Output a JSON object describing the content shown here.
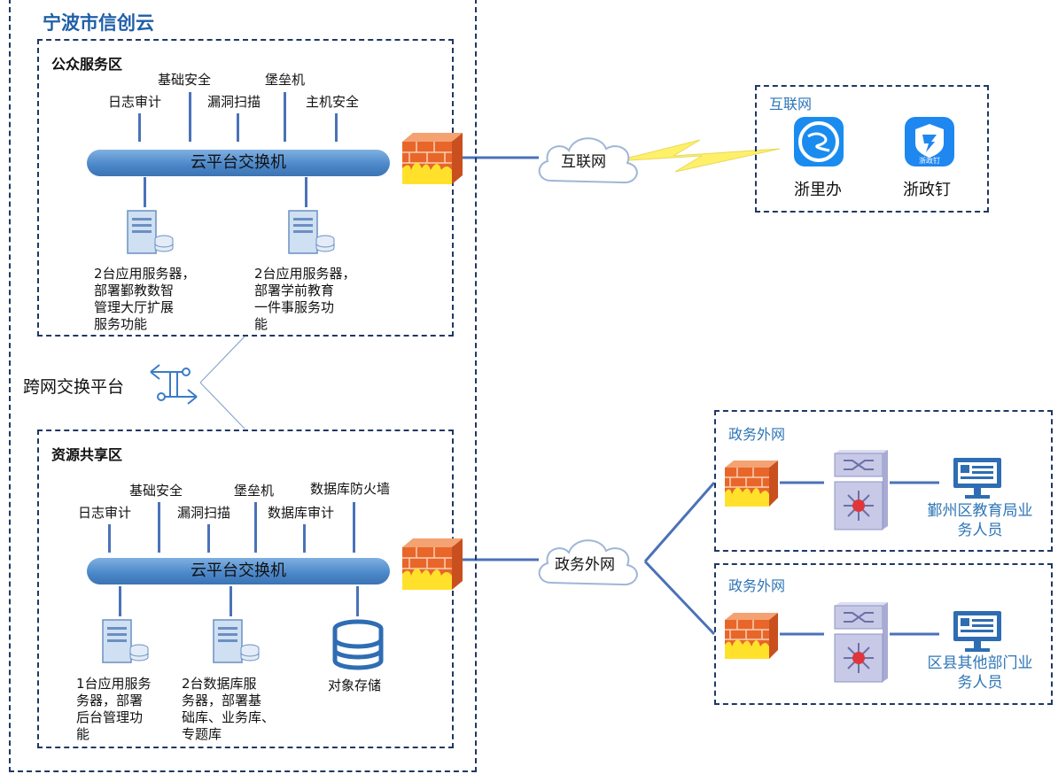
{
  "title": "宁波市信创云",
  "public_zone": {
    "title": "公众服务区",
    "services": [
      "日志审计",
      "基础安全",
      "漏洞扫描",
      "堡垒机",
      "主机安全"
    ],
    "switch_label": "云平台交换机",
    "server1_desc": [
      "2台应用服务器，",
      "部署鄞教数智",
      "管理大厅扩展",
      "服务功能"
    ],
    "server2_desc": [
      "2台应用服务器，",
      "部署学前教育",
      "一件事服务功",
      "能"
    ]
  },
  "exchange_platform": {
    "label": "跨网交换平台"
  },
  "resource_zone": {
    "title": "资源共享区",
    "services": [
      "日志审计",
      "基础安全",
      "漏洞扫描",
      "堡垒机",
      "数据库审计",
      "数据库防火墙"
    ],
    "switch_label": "云平台交换机",
    "server1_desc": [
      "1台应用服务",
      "务器，部署",
      "后台管理功",
      "能"
    ],
    "server2_desc": [
      "2台数据库服",
      "务器，部署基",
      "础库、业务库、",
      "专题库"
    ],
    "storage_label": "对象存储"
  },
  "internet": {
    "cloud_label": "互联网",
    "box_title": "互联网",
    "apps": [
      {
        "name": "浙里办",
        "icon": "zheliban-app-icon",
        "color": "#1a8cf0"
      },
      {
        "name": "浙政钉",
        "icon": "zhezhengding-app-icon",
        "color": "#1f87f0",
        "badge": "浙政钉"
      }
    ]
  },
  "gov_net": {
    "cloud_label": "政务外网",
    "branches": [
      {
        "title": "政务外网",
        "users": [
          "鄞州区教育局业",
          "务人员"
        ]
      },
      {
        "title": "政务外网",
        "users": [
          "区县其他部门业",
          "务人员"
        ]
      }
    ]
  },
  "colors": {
    "border": "#1f3864",
    "line": "#4b72b8",
    "switch": "#5b9bd5",
    "firewall_brick": "#e8662a",
    "flame": "#ffe12b",
    "network_device": "#c7c9e6",
    "internet_title": "#2e75b6"
  }
}
